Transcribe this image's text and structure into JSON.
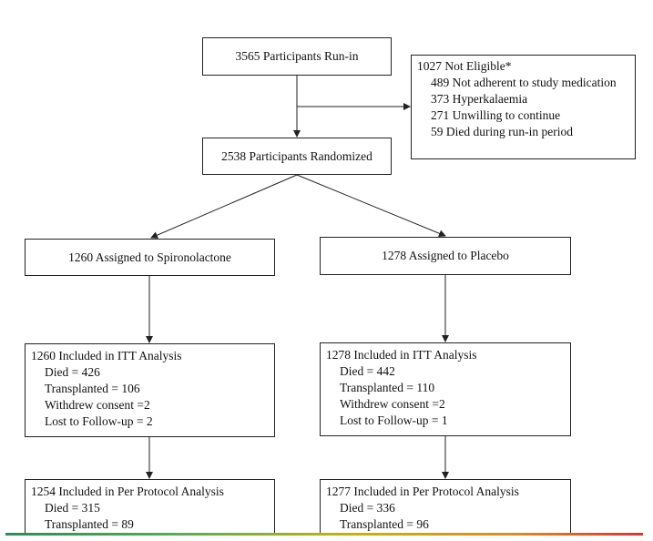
{
  "runin": {
    "label": "3565 Participants Run-in"
  },
  "not_eligible": {
    "title": "1027 Not Eligible*",
    "items": [
      "489 Not adherent to study medication",
      "373 Hyperkalaemia",
      "271 Unwilling to continue",
      "59 Died during run-in period"
    ]
  },
  "randomized": {
    "label": "2538 Participants Randomized"
  },
  "arms": [
    {
      "assigned": "1260 Assigned to Spironolactone",
      "itt": {
        "title": "1260 Included in ITT Analysis",
        "items": [
          "Died = 426",
          "Transplanted = 106",
          "Withdrew consent =2",
          "Lost to Follow-up = 2"
        ]
      },
      "pp": {
        "title": "1254 Included in Per Protocol Analysis",
        "items": [
          "Died = 315",
          "Transplanted = 89"
        ]
      }
    },
    {
      "assigned": "1278 Assigned to Placebo",
      "itt": {
        "title": "1278 Included in ITT Analysis",
        "items": [
          "Died = 442",
          "Transplanted = 110",
          "Withdrew consent =2",
          "Lost to Follow-up = 1"
        ]
      },
      "pp": {
        "title": "1277 Included in Per Protocol Analysis",
        "items": [
          "Died = 336",
          "Transplanted = 96"
        ]
      }
    }
  ]
}
